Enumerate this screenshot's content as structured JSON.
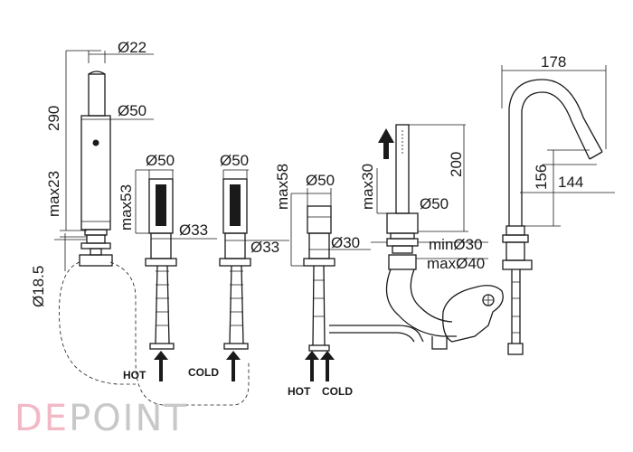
{
  "dimensions": {
    "spout_top_dia": "Ø22",
    "spout_dia": "Ø50",
    "spout_height": "290",
    "spout_max": "max23",
    "spout_base": "Ø18.5",
    "hot_handle_dia": "Ø50",
    "hot_handle_max": "max53",
    "hot_handle_stem": "Ø33",
    "cold_handle_dia": "Ø50",
    "cold_handle_stem": "Ø33",
    "div_max": "max58",
    "div_dia": "Ø50",
    "div_stem": "Ø30",
    "shower_max": "max30",
    "shower_height": "200",
    "shower_dia": "Ø50",
    "shower_min": "minØ30",
    "shower_maxdia": "maxØ40",
    "tall_width": "178",
    "tall_height1": "156",
    "tall_height2": "144"
  },
  "labels": {
    "hot_left": "HOT",
    "cold_left": "COLD",
    "hot_right": "HOT",
    "cold_right": "COLD"
  },
  "watermark": {
    "part1": "DE",
    "part2": "POINT",
    "color1": "#f2b8c6",
    "color2": "#c8c8c8"
  }
}
